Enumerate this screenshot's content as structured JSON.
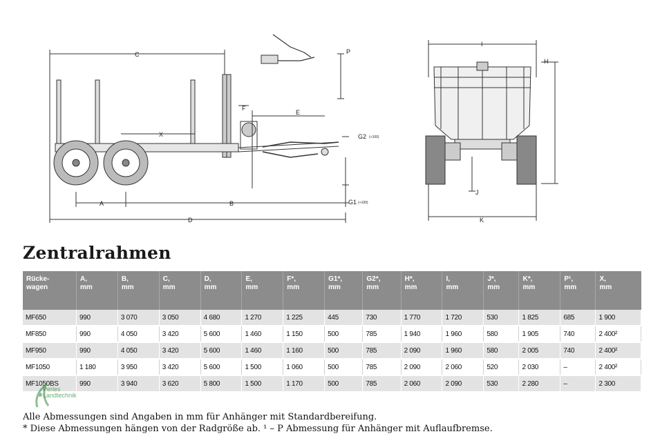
{
  "drawing_labels": {
    "side": {
      "C": "C",
      "X": "X",
      "A": "A",
      "B": "B",
      "D": "D",
      "E": "E",
      "F": "F",
      "P": "P",
      "G2": "G2",
      "G2_note": "(+100)",
      "G1": "G1",
      "G1_note": "(+100)"
    },
    "rear": {
      "I": "I",
      "H": "H",
      "J": "J",
      "K": "K"
    }
  },
  "title": "Zentralrahmen",
  "table": {
    "headers": [
      {
        "label": "Rücke-",
        "unit": "wagen"
      },
      {
        "label": "A,",
        "unit": "mm"
      },
      {
        "label": "B,",
        "unit": "mm"
      },
      {
        "label": "C,",
        "unit": "mm"
      },
      {
        "label": "D,",
        "unit": "mm"
      },
      {
        "label": "E,",
        "unit": "mm"
      },
      {
        "label": "F*,",
        "unit": "mm"
      },
      {
        "label": "G1*,",
        "unit": "mm"
      },
      {
        "label": "G2*,",
        "unit": "mm"
      },
      {
        "label": "H*,",
        "unit": "mm"
      },
      {
        "label": "I,",
        "unit": "mm"
      },
      {
        "label": "J*,",
        "unit": "mm"
      },
      {
        "label": "K*,",
        "unit": "mm"
      },
      {
        "label": "P¹,",
        "unit": "mm"
      },
      {
        "label": "X,",
        "unit": "mm"
      }
    ],
    "rows": [
      [
        "MF650",
        "990",
        "3 070",
        "3 050",
        "4 680",
        "1 270",
        "1 225",
        "445",
        "730",
        "1 770",
        "1 720",
        "530",
        "1 825",
        "685",
        "1 900"
      ],
      [
        "MF850",
        "990",
        "4 050",
        "3 420",
        "5 600",
        "1 460",
        "1 150",
        "500",
        "785",
        "1 940",
        "1 960",
        "580",
        "1 905",
        "740",
        "2 400²"
      ],
      [
        "MF950",
        "990",
        "4 050",
        "3 420",
        "5 600",
        "1 460",
        "1 160",
        "500",
        "785",
        "2 090",
        "1 960",
        "580",
        "2 005",
        "740",
        "2 400²"
      ],
      [
        "MF1050",
        "1 180",
        "3 950",
        "3 420",
        "5 600",
        "1 500",
        "1 060",
        "500",
        "785",
        "2 090",
        "2 060",
        "520",
        "2 030",
        "–",
        "2 400²"
      ],
      [
        "MF1050BS",
        "990",
        "3 940",
        "3 620",
        "5 800",
        "1 500",
        "1 170",
        "500",
        "785",
        "2 060",
        "2 090",
        "530",
        "2 280",
        "–",
        "2 300"
      ]
    ]
  },
  "notes": {
    "line1": "Alle Abmessungen sind Angaben in mm für Anhänger mit Standardbereifung.",
    "line2": "* Diese Abmessungen hängen von der Radgröße ab. ¹ – P Abmessung für Anhänger mit Auflaufbremse."
  },
  "watermark": {
    "line1": "Perles",
    "line2": "Landtechnik"
  }
}
